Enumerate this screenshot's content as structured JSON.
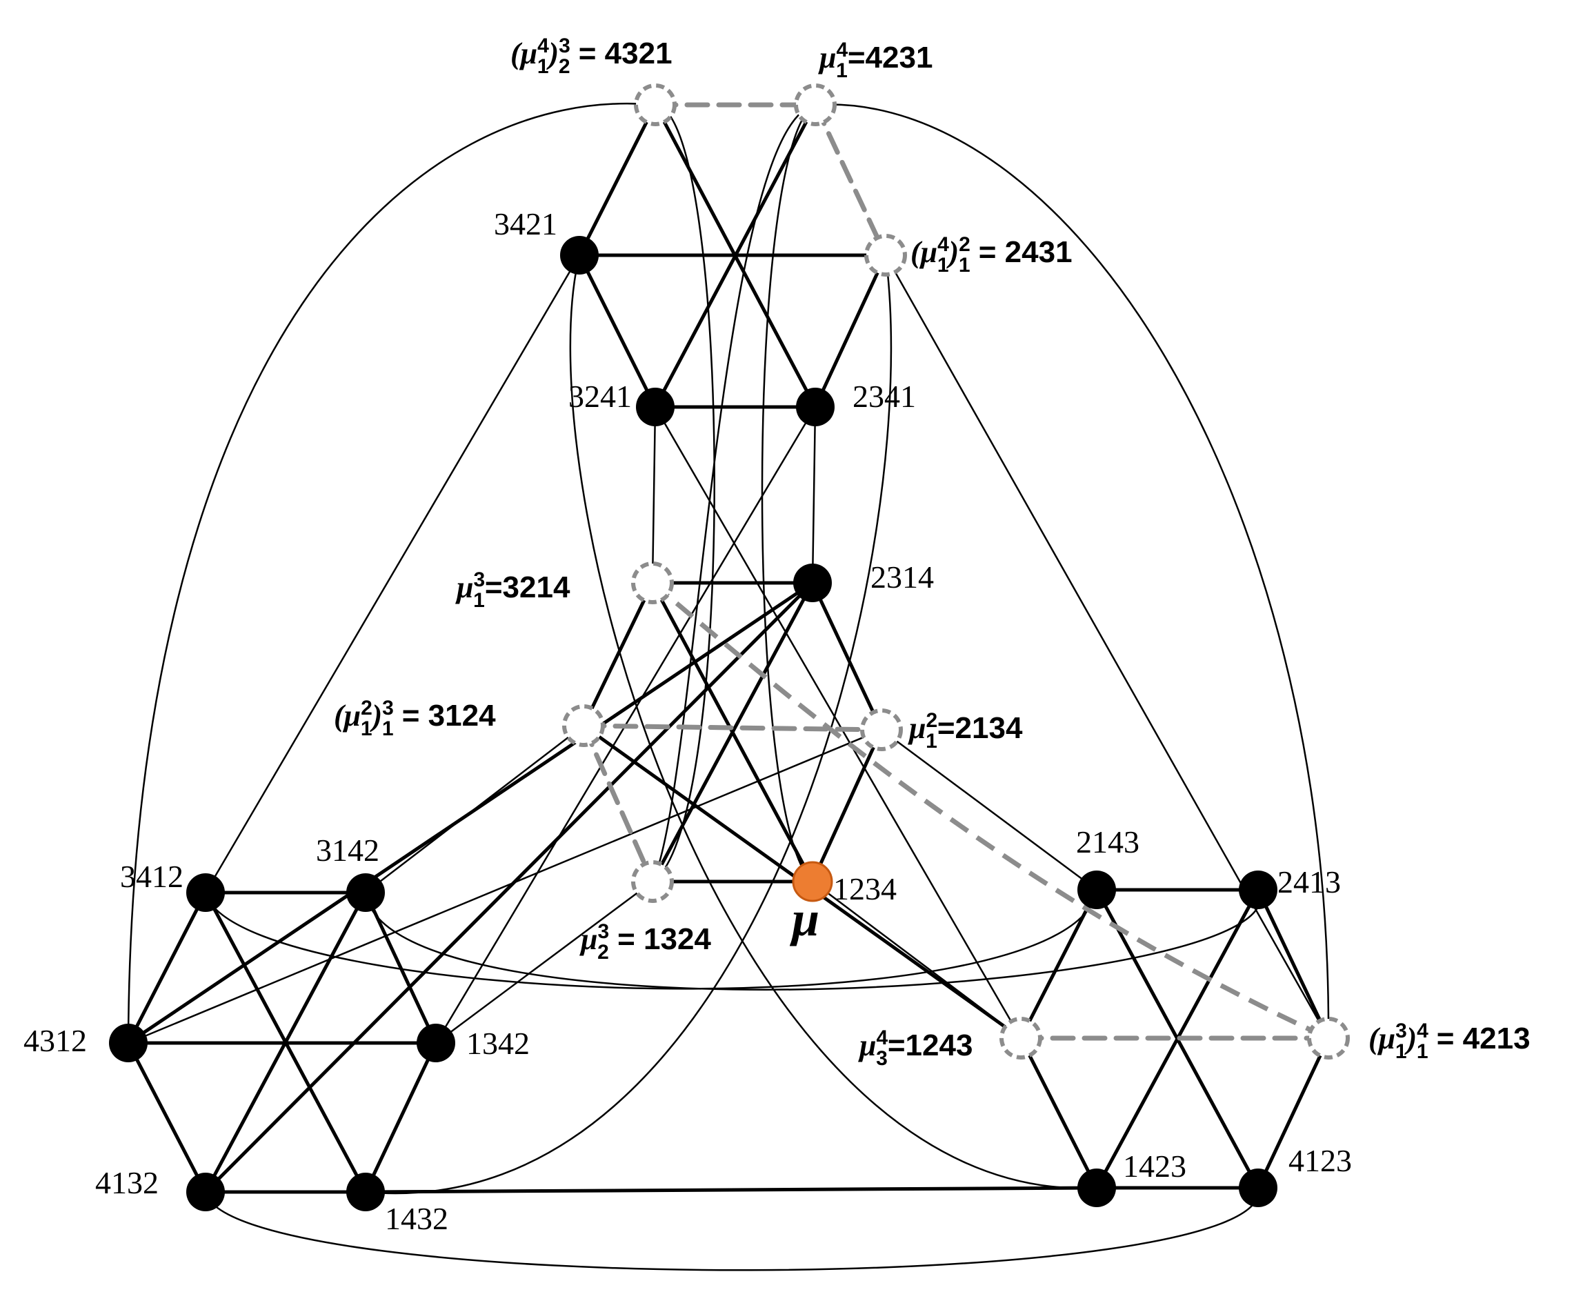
{
  "colors": {
    "solid_node": "#000000",
    "dashed_node_stroke": "#8c8c8c",
    "dashed_node_fill": "#ffffff",
    "highlight_node": "#ed7d31",
    "highlight_node_stroke": "#c65911",
    "edge": "#000000",
    "dashed_edge": "#8c8c8c"
  },
  "nodes": {
    "n4321": {
      "style": "dashed",
      "label": "(μ₁⁴)₂³ = 4321"
    },
    "n4231": {
      "style": "dashed",
      "label": "μ₁⁴=4231"
    },
    "n3421": {
      "style": "solid",
      "label": "3421"
    },
    "n2431": {
      "style": "dashed",
      "label": "(μ₁⁴)₁² = 2431"
    },
    "n3241": {
      "style": "solid",
      "label": "3241"
    },
    "n2341": {
      "style": "solid",
      "label": "2341"
    },
    "n3214": {
      "style": "dashed",
      "label": "μ₁³=3214"
    },
    "n2314": {
      "style": "solid",
      "label": "2314"
    },
    "n3124": {
      "style": "dashed",
      "label": "(μ₁²)₁³ = 3124"
    },
    "n2134": {
      "style": "dashed",
      "label": "μ₁²=2134"
    },
    "n1324": {
      "style": "dashed",
      "label": "μ₂³ = 1324"
    },
    "n1234": {
      "style": "highlight",
      "label": "1234",
      "symbol": "μ"
    },
    "n3412": {
      "style": "solid",
      "label": "3412"
    },
    "n3142": {
      "style": "solid",
      "label": "3142"
    },
    "n4312": {
      "style": "solid",
      "label": "4312"
    },
    "n1342": {
      "style": "solid",
      "label": "1342"
    },
    "n4132": {
      "style": "solid",
      "label": "4132"
    },
    "n1432": {
      "style": "solid",
      "label": "1432"
    },
    "n2143": {
      "style": "solid",
      "label": "2143"
    },
    "n2413": {
      "style": "solid",
      "label": "2413"
    },
    "n1243": {
      "style": "dashed",
      "label": "μ₃⁴=1243"
    },
    "n4213": {
      "style": "dashed",
      "label": "(μ₁³)₁⁴ = 4213"
    },
    "n1423": {
      "style": "solid",
      "label": "1423"
    },
    "n4123": {
      "style": "solid",
      "label": "4123"
    }
  },
  "edges": {
    "thick": [
      [
        "n4321",
        "n3421"
      ],
      [
        "n4321",
        "n2341"
      ],
      [
        "n4231",
        "n3241"
      ],
      [
        "n3421",
        "n2431"
      ],
      [
        "n3421",
        "n3241"
      ],
      [
        "n2431",
        "n2341"
      ],
      [
        "n3241",
        "n2341"
      ],
      [
        "n3214",
        "n2314"
      ],
      [
        "n3214",
        "n3124"
      ],
      [
        "n3214",
        "n1234"
      ],
      [
        "n2314",
        "n2134"
      ],
      [
        "n2314",
        "n1324"
      ],
      [
        "n2134",
        "n1234"
      ],
      [
        "n1324",
        "n1234"
      ],
      [
        "n3124",
        "n1243"
      ],
      [
        "n3412",
        "n3142"
      ],
      [
        "n3412",
        "n4312"
      ],
      [
        "n3412",
        "n1432"
      ],
      [
        "n3142",
        "n1342"
      ],
      [
        "n3142",
        "n4132"
      ],
      [
        "n4312",
        "n1342"
      ],
      [
        "n4312",
        "n4132"
      ],
      [
        "n1342",
        "n1432"
      ],
      [
        "n4132",
        "n1432"
      ],
      [
        "n1432",
        "n1423"
      ],
      [
        "n4312",
        "n2314"
      ],
      [
        "n4132",
        "n2314"
      ],
      [
        "n2143",
        "n2413"
      ],
      [
        "n2143",
        "n1243"
      ],
      [
        "n2143",
        "n4123"
      ],
      [
        "n2413",
        "n4213"
      ],
      [
        "n2413",
        "n1423"
      ],
      [
        "n1243",
        "n1423"
      ],
      [
        "n4213",
        "n4123"
      ],
      [
        "n1423",
        "n4123"
      ]
    ],
    "thin": [
      [
        "n3241",
        "n3214"
      ],
      [
        "n2341",
        "n2314"
      ],
      [
        "n3421",
        "n3412"
      ],
      [
        "n2431",
        "n4213"
      ],
      [
        "n3241",
        "n1243"
      ],
      [
        "n2341",
        "n1342"
      ],
      [
        "n3124",
        "n3142"
      ],
      [
        "n2134",
        "n4312"
      ],
      [
        "n2134",
        "n2143"
      ],
      [
        "n1324",
        "n1342"
      ],
      [
        "n1234",
        "n1243"
      ]
    ],
    "thin_curves": [
      [
        "n4321",
        "n4312"
      ],
      [
        "n4231",
        "n4213"
      ],
      [
        "n4321",
        "n1324"
      ],
      [
        "n4231",
        "n1324"
      ],
      [
        "n4231",
        "n1234"
      ],
      [
        "n3421",
        "n1423"
      ],
      [
        "n2431",
        "n1432"
      ],
      [
        "n3412",
        "n2143"
      ],
      [
        "n3142",
        "n2413"
      ],
      [
        "n4132",
        "n4123"
      ]
    ],
    "dashed": [
      [
        "n4321",
        "n4231"
      ],
      [
        "n4231",
        "n2431"
      ],
      [
        "n3124",
        "n2134"
      ],
      [
        "n3124",
        "n1324"
      ],
      [
        "n3214",
        "n4213"
      ],
      [
        "n1243",
        "n4213"
      ]
    ]
  }
}
